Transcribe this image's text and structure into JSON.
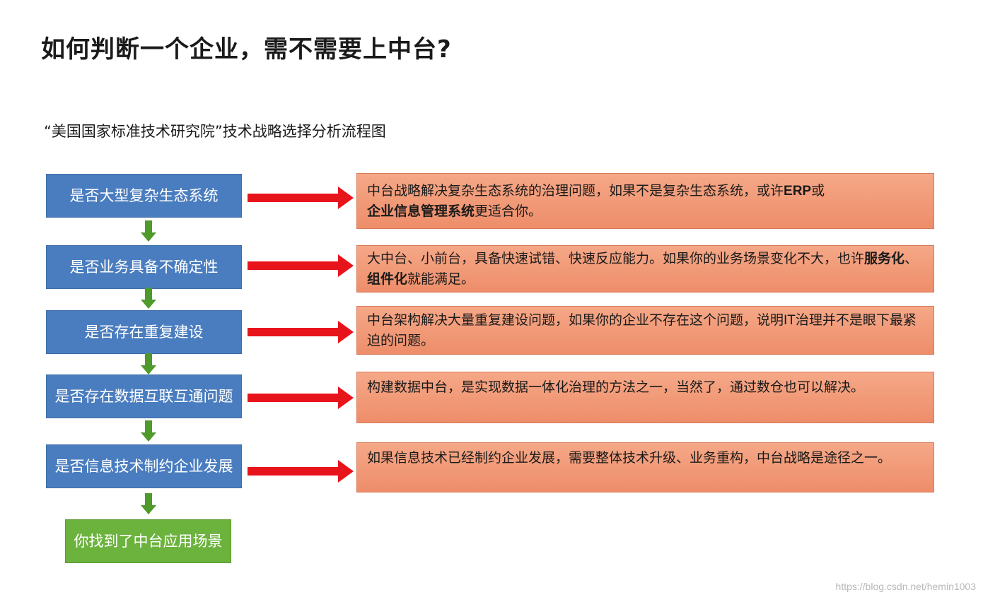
{
  "title": "如何判断一个企业，需不需要上中台?",
  "subtitle": "“美国国家标准技术研究院”技术战略选择分析流程图",
  "steps": [
    {
      "label": "是否大型复杂生态系统"
    },
    {
      "label": "是否业务具备不确定性"
    },
    {
      "label": "是否存在重复建设"
    },
    {
      "label": "是否存在数据互联互通问题"
    },
    {
      "label": "是否信息技术制约企业发展"
    }
  ],
  "final_step": {
    "label": "你找到了中台应用场景"
  },
  "notes": [
    {
      "p1": "中台战略解决复杂生态系统的治理问题，如果不是复杂生态系统，或许",
      "b1": "ERP",
      "p2": "或",
      "b2": "企业信息管理系统",
      "p3": "更适合你。"
    },
    {
      "p1": "大中台、小前台，具备快速试错、快速反应能力。如果你的业务场景变化不大，也许",
      "b1": "服务化",
      "p2": "、",
      "b2": "组件化",
      "p3": "就能满足。"
    },
    {
      "text": "中台架构解决大量重复建设问题，如果你的企业不存在这个问题，说明IT治理并不是眼下最紧迫的问题。"
    },
    {
      "text": "构建数据中台，是实现数据一体化治理的方法之一，当然了，通过数仓也可以解决。"
    },
    {
      "text": "如果信息技术已经制约企业发展，需要整体技术升级、业务重构，中台战略是途径之一。"
    }
  ],
  "colors": {
    "step_blue": "#4a7dbf",
    "final_green": "#6cb33e",
    "note_orange": "#f19c79",
    "arrow_red": "#e8141c",
    "arrow_green": "#4e9a2a"
  },
  "watermark": "https://blog.csdn.net/hemin1003"
}
